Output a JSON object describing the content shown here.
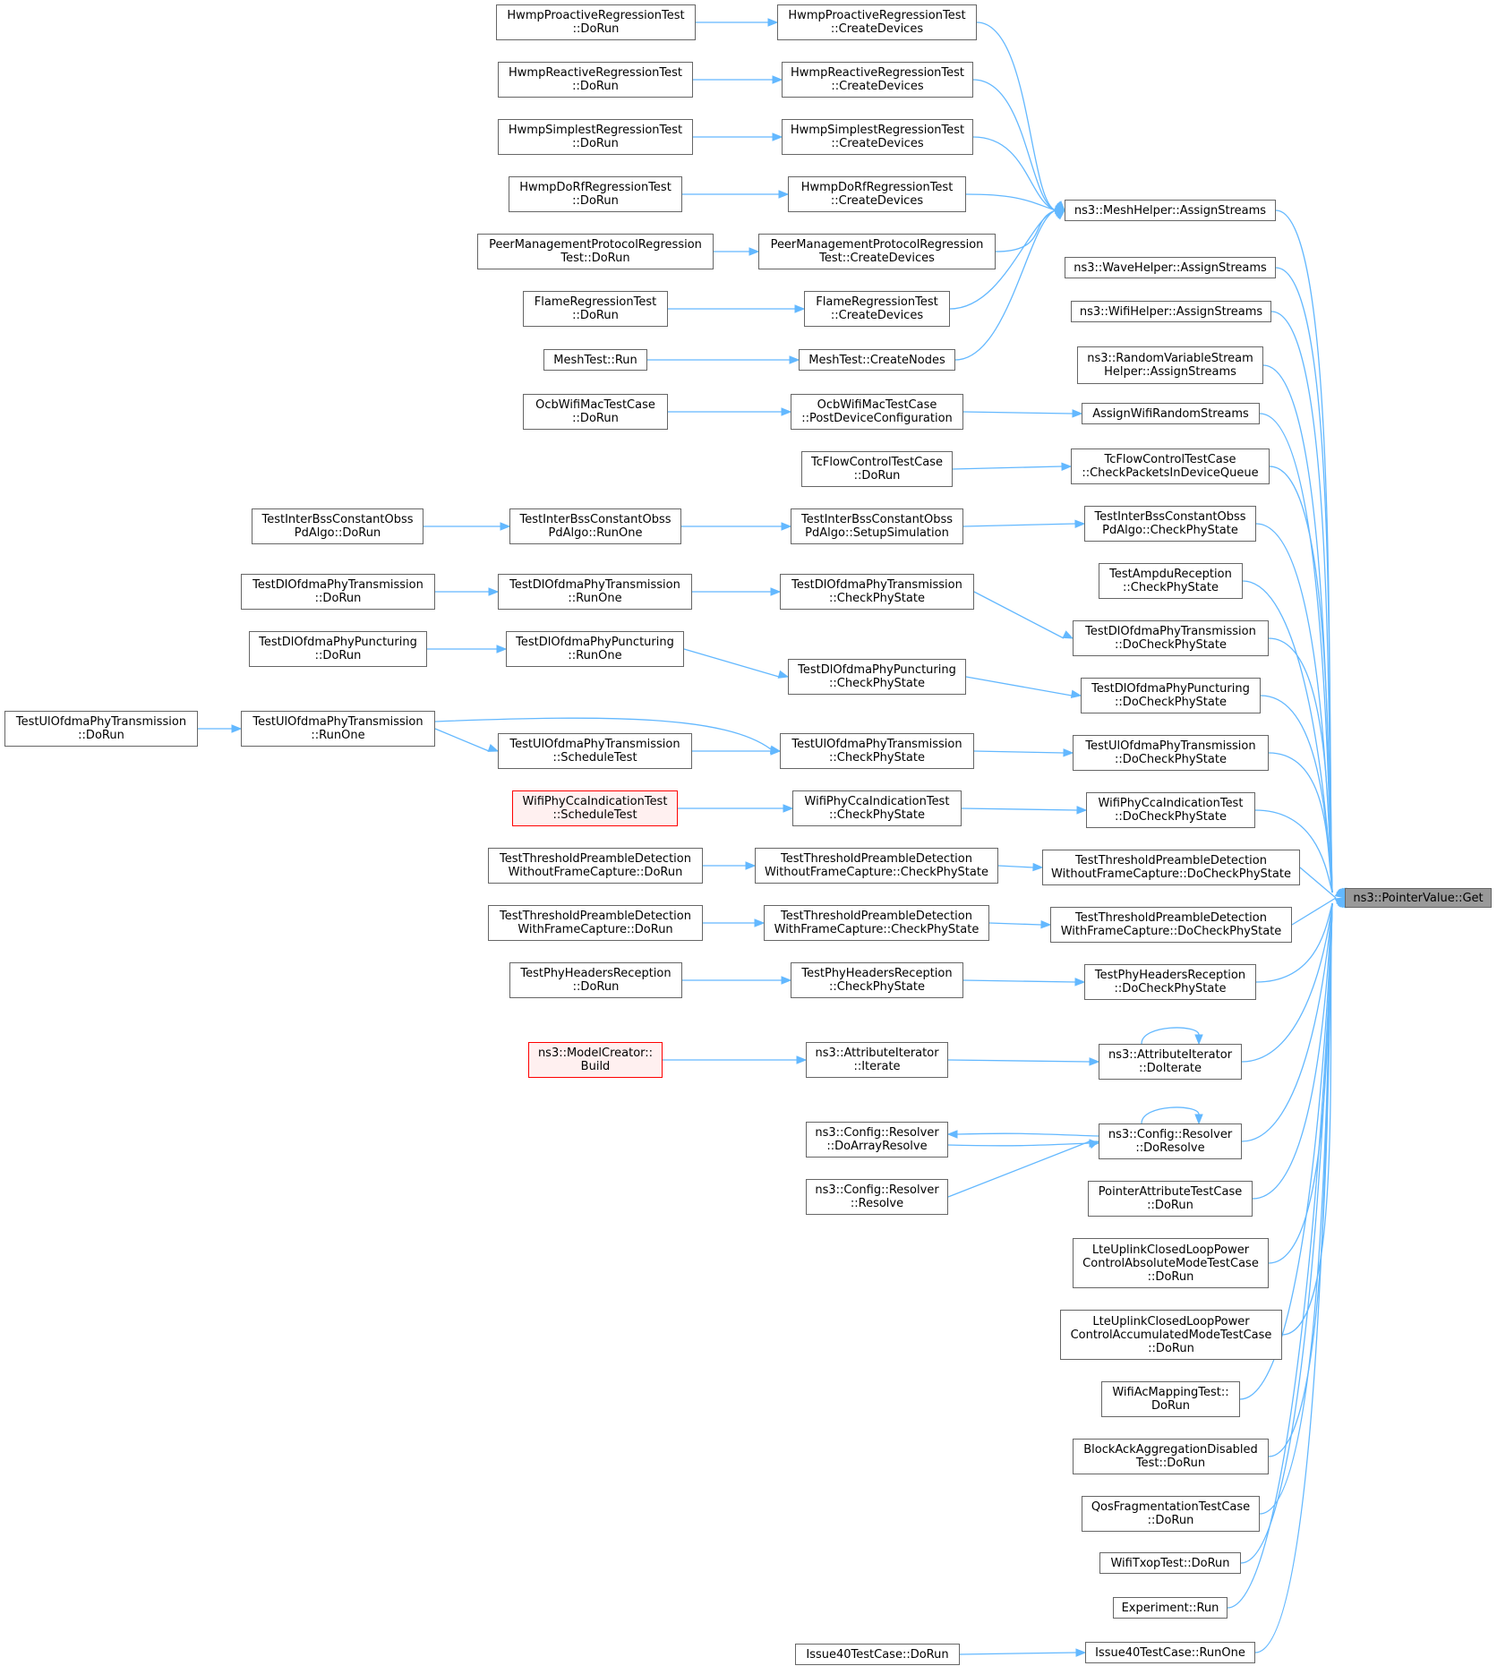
{
  "colors": {
    "edge": "#63b8ff",
    "border": "#666666",
    "focus_fill": "#999999",
    "truncated_border": "#ff0000",
    "truncated_fill": "#fff0f0"
  },
  "nodes": {
    "get": [
      "ns3::PointerValue::Get"
    ],
    "mesh_assign": [
      "ns3::MeshHelper::AssignStreams"
    ],
    "wave_assign": [
      "ns3::WaveHelper::AssignStreams"
    ],
    "wifi_assign": [
      "ns3::WifiHelper::AssignStreams"
    ],
    "rvs_assign": [
      "ns3::RandomVariableStream",
      "Helper::AssignStreams"
    ],
    "assign_wifi_rs": [
      "AssignWifiRandomStreams"
    ],
    "tcflow_check": [
      "TcFlowControlTestCase",
      "::CheckPacketsInDeviceQueue"
    ],
    "interbss_check": [
      "TestInterBssConstantObss",
      "PdAlgo::CheckPhyState"
    ],
    "ampdu_check": [
      "TestAmpduReception",
      "::CheckPhyState"
    ],
    "dlofdma_docheck": [
      "TestDlOfdmaPhyTransmission",
      "::DoCheckPhyState"
    ],
    "dlpunct_docheck": [
      "TestDlOfdmaPhyPuncturing",
      "::DoCheckPhyState"
    ],
    "ulofdma_docheck": [
      "TestUlOfdmaPhyTransmission",
      "::DoCheckPhyState"
    ],
    "cca_docheck": [
      "WifiPhyCcaIndicationTest",
      "::DoCheckPhyState"
    ],
    "thr_wo_docheck": [
      "TestThresholdPreambleDetection",
      "WithoutFrameCapture::DoCheckPhyState"
    ],
    "thr_w_docheck": [
      "TestThresholdPreambleDetection",
      "WithFrameCapture::DoCheckPhyState"
    ],
    "phyhdr_docheck": [
      "TestPhyHeadersReception",
      "::DoCheckPhyState"
    ],
    "attr_doiterate": [
      "ns3::AttributeIterator",
      "::DoIterate"
    ],
    "cfg_doresolve": [
      "ns3::Config::Resolver",
      "::DoResolve"
    ],
    "ptr_attr_dorun": [
      "PointerAttributeTestCase",
      "::DoRun"
    ],
    "lte_abs_dorun": [
      "LteUplinkClosedLoopPower",
      "ControlAbsoluteModeTestCase",
      "::DoRun"
    ],
    "lte_acc_dorun": [
      "LteUplinkClosedLoopPower",
      "ControlAccumulatedModeTestCase",
      "::DoRun"
    ],
    "ac_mapping_dorun": [
      "WifiAcMappingTest::",
      "DoRun"
    ],
    "blockack_dorun": [
      "BlockAckAggregationDisabled",
      "Test::DoRun"
    ],
    "qosfrag_dorun": [
      "QosFragmentationTestCase",
      "::DoRun"
    ],
    "txop_dorun": [
      "WifiTxopTest::DoRun"
    ],
    "experiment_run": [
      "Experiment::Run"
    ],
    "issue40_runone": [
      "Issue40TestCase::RunOne"
    ],
    "hwmp_pro_create": [
      "HwmpProactiveRegressionTest",
      "::CreateDevices"
    ],
    "hwmp_rea_create": [
      "HwmpReactiveRegressionTest",
      "::CreateDevices"
    ],
    "hwmp_sim_create": [
      "HwmpSimplestRegressionTest",
      "::CreateDevices"
    ],
    "hwmp_dorf_create": [
      "HwmpDoRfRegressionTest",
      "::CreateDevices"
    ],
    "peer_create": [
      "PeerManagementProtocolRegression",
      "Test::CreateDevices"
    ],
    "flame_create": [
      "FlameRegressionTest",
      "::CreateDevices"
    ],
    "meshtest_create": [
      "MeshTest::CreateNodes"
    ],
    "ocb_postdev": [
      "OcbWifiMacTestCase",
      "::PostDeviceConfiguration"
    ],
    "tcflow_dorun": [
      "TcFlowControlTestCase",
      "::DoRun"
    ],
    "interbss_setup": [
      "TestInterBssConstantObss",
      "PdAlgo::SetupSimulation"
    ],
    "dlofdma_check": [
      "TestDlOfdmaPhyTransmission",
      "::CheckPhyState"
    ],
    "dlpunct_check": [
      "TestDlOfdmaPhyPuncturing",
      "::CheckPhyState"
    ],
    "ulofdma_check": [
      "TestUlOfdmaPhyTransmission",
      "::CheckPhyState"
    ],
    "cca_check": [
      "WifiPhyCcaIndicationTest",
      "::CheckPhyState"
    ],
    "thr_wo_check": [
      "TestThresholdPreambleDetection",
      "WithoutFrameCapture::CheckPhyState"
    ],
    "thr_w_check": [
      "TestThresholdPreambleDetection",
      "WithFrameCapture::CheckPhyState"
    ],
    "phyhdr_check": [
      "TestPhyHeadersReception",
      "::CheckPhyState"
    ],
    "attr_iterate": [
      "ns3::AttributeIterator",
      "::Iterate"
    ],
    "cfg_doarray": [
      "ns3::Config::Resolver",
      "::DoArrayResolve"
    ],
    "cfg_resolve": [
      "ns3::Config::Resolver",
      "::Resolve"
    ],
    "issue40_dorun": [
      "Issue40TestCase::DoRun"
    ],
    "hwmp_pro_dorun": [
      "HwmpProactiveRegressionTest",
      "::DoRun"
    ],
    "hwmp_rea_dorun": [
      "HwmpReactiveRegressionTest",
      "::DoRun"
    ],
    "hwmp_sim_dorun": [
      "HwmpSimplestRegressionTest",
      "::DoRun"
    ],
    "hwmp_dorf_dorun": [
      "HwmpDoRfRegressionTest",
      "::DoRun"
    ],
    "peer_dorun": [
      "PeerManagementProtocolRegression",
      "Test::DoRun"
    ],
    "flame_dorun": [
      "FlameRegressionTest",
      "::DoRun"
    ],
    "meshtest_run": [
      "MeshTest::Run"
    ],
    "ocb_dorun": [
      "OcbWifiMacTestCase",
      "::DoRun"
    ],
    "interbss_runone": [
      "TestInterBssConstantObss",
      "PdAlgo::RunOne"
    ],
    "dlofdma_runone": [
      "TestDlOfdmaPhyTransmission",
      "::RunOne"
    ],
    "dlpunct_runone": [
      "TestDlOfdmaPhyPuncturing",
      "::RunOne"
    ],
    "ulofdma_runone": [
      "TestUlOfdmaPhyTransmission",
      "::RunOne"
    ],
    "ulofdma_sched": [
      "TestUlOfdmaPhyTransmission",
      "::ScheduleTest"
    ],
    "cca_sched": [
      "WifiPhyCcaIndicationTest",
      "::ScheduleTest"
    ],
    "thr_wo_dorun": [
      "TestThresholdPreambleDetection",
      "WithoutFrameCapture::DoRun"
    ],
    "thr_w_dorun": [
      "TestThresholdPreambleDetection",
      "WithFrameCapture::DoRun"
    ],
    "phyhdr_dorun": [
      "TestPhyHeadersReception",
      "::DoRun"
    ],
    "model_build": [
      "ns3::ModelCreator::",
      "Build"
    ],
    "interbss_dorun": [
      "TestInterBssConstantObss",
      "PdAlgo::DoRun"
    ],
    "dlofdma_dorun": [
      "TestDlOfdmaPhyTransmission",
      "::DoRun"
    ],
    "dlpunct_dorun": [
      "TestDlOfdmaPhyPuncturing",
      "::DoRun"
    ],
    "ulofdma_dorun": [
      "TestUlOfdmaPhyTransmission",
      "::DoRun"
    ]
  }
}
